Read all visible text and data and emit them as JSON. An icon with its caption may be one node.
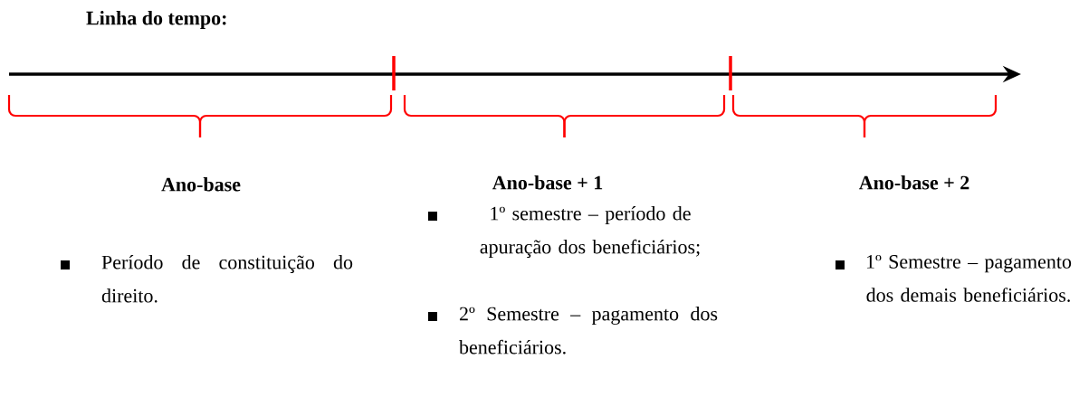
{
  "diagram": {
    "title": "Linha do tempo:",
    "labels": [
      "Ano-base",
      "Período de constituição do direito.",
      "Ano-base + 1",
      "1º semestre – período de apuração dos beneficiários;",
      "2º Semestre – pagamento dos beneficiários.",
      "Ano-base + 2",
      "1º Semestre – pagamento dos demais beneficiários."
    ]
  }
}
